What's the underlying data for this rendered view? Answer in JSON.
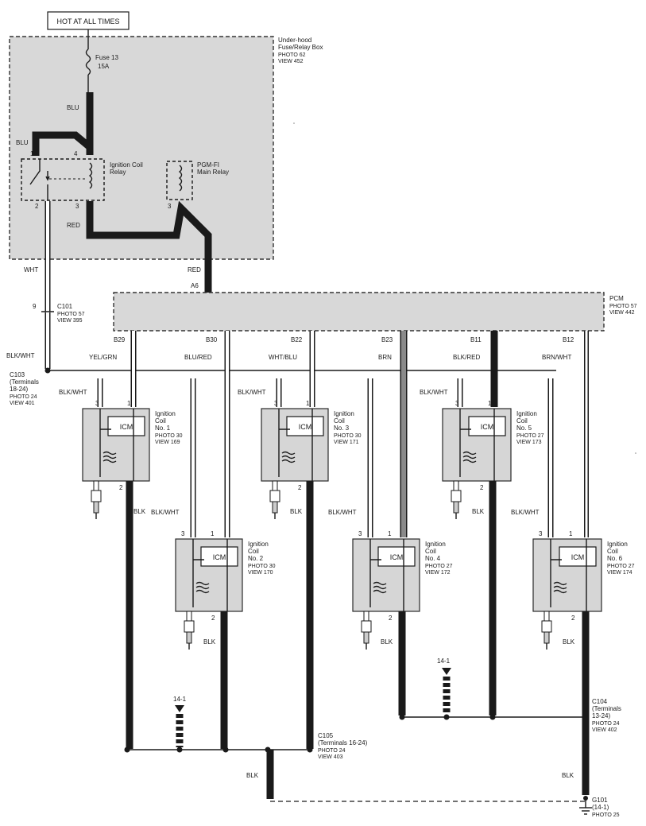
{
  "header": {
    "hot_label": "HOT AT ALL TIMES"
  },
  "fuse_box": {
    "name_line1": "Under-hood",
    "name_line2": "Fuse/Relay Box",
    "photo": "PHOTO 62",
    "view": "VIEW 452",
    "fuse_name": "Fuse 13",
    "fuse_rating": "15A",
    "ignition_relay_line1": "Ignition Coil",
    "ignition_relay_line2": "Relay",
    "pgm_relay_line1": "PGM-FI",
    "pgm_relay_line2": "Main Relay",
    "pins": [
      "1",
      "4",
      "2",
      "3",
      "3"
    ]
  },
  "wires": {
    "blu": "BLU",
    "red": "RED",
    "wht": "WHT",
    "blk_wht": "BLK/WHT",
    "yel_grn": "YEL/GRN",
    "blu_red": "BLU/RED",
    "wht_blu": "WHT/BLU",
    "brn": "BRN",
    "blk_red": "BLK/RED",
    "brn_wht": "BRN/WHT",
    "blk": "BLK"
  },
  "pcm": {
    "name": "PCM",
    "photo": "PHOTO 57",
    "view": "VIEW 442",
    "input_pin": "A6",
    "pins": [
      "B29",
      "B30",
      "B22",
      "B23",
      "B11",
      "B12"
    ]
  },
  "connectors": {
    "c101_pin": "9",
    "c101_name": "C101",
    "c101_photo": "PHOTO 57",
    "c101_view": "VIEW 395",
    "c103_name": "C103",
    "c103_l1": "(Terminals",
    "c103_l2": "18-24)",
    "c103_photo": "PHOTO 24",
    "c103_view": "VIEW 401",
    "c105_name": "C105",
    "c105_l1": "(Terminals 16-24)",
    "c105_photo": "PHOTO 24",
    "c105_view": "VIEW 403",
    "c104_name": "C104",
    "c104_l1": "(Terminals",
    "c104_l2": "13-24)",
    "c104_photo": "PHOTO 24",
    "c104_view": "VIEW 402",
    "g101_name": "G101",
    "g101_l1": "(14-1)",
    "g101_photo": "PHOTO 25",
    "ref_a": "14-1",
    "ref_b": "14-1"
  },
  "coils": [
    {
      "l1": "Ignition",
      "l2": "Coil",
      "l3": "No. 1",
      "photo": "PHOTO 30",
      "view": "VIEW 169",
      "module": "ICM",
      "pin_a": "3",
      "pin_b": "1",
      "pin_c": "2"
    },
    {
      "l1": "Ignition",
      "l2": "Coil",
      "l3": "No. 2",
      "photo": "PHOTO 30",
      "view": "VIEW 170",
      "module": "ICM",
      "pin_a": "3",
      "pin_b": "1",
      "pin_c": "2"
    },
    {
      "l1": "Ignition",
      "l2": "Coil",
      "l3": "No. 3",
      "photo": "PHOTO 30",
      "view": "VIEW 171",
      "module": "ICM",
      "pin_a": "3",
      "pin_b": "1",
      "pin_c": "2"
    },
    {
      "l1": "Ignition",
      "l2": "Coil",
      "l3": "No. 4",
      "photo": "PHOTO 27",
      "view": "VIEW 172",
      "module": "ICM",
      "pin_a": "3",
      "pin_b": "1",
      "pin_c": "2"
    },
    {
      "l1": "Ignition",
      "l2": "Coil",
      "l3": "No. 5",
      "photo": "PHOTO 27",
      "view": "VIEW 173",
      "module": "ICM",
      "pin_a": "3",
      "pin_b": "1",
      "pin_c": "2"
    },
    {
      "l1": "Ignition",
      "l2": "Coil",
      "l3": "No. 6",
      "photo": "PHOTO 27",
      "view": "VIEW 174",
      "module": "ICM",
      "pin_a": "3",
      "pin_b": "1",
      "pin_c": "2"
    }
  ]
}
